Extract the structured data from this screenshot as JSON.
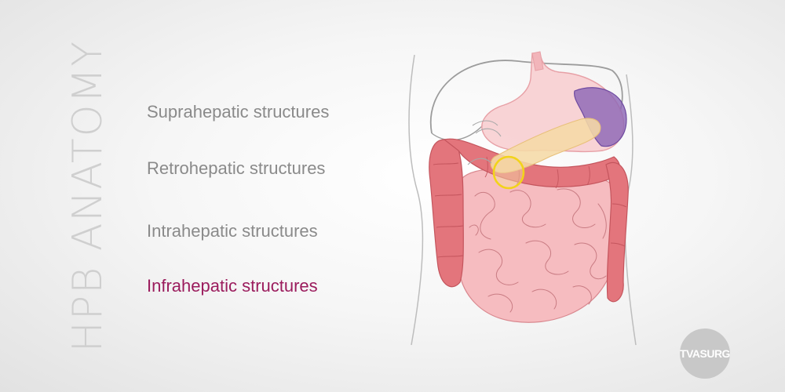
{
  "title": "HPB ANATOMY",
  "menu": {
    "items": [
      {
        "label": "Suprahepatic structures",
        "active": false
      },
      {
        "label": "Retrohepatic structures",
        "active": false
      },
      {
        "label": "Intrahepatic structures",
        "active": false
      },
      {
        "label": "Infrahepatic structures",
        "active": true
      }
    ]
  },
  "logo": {
    "text": "TVASURG"
  },
  "colors": {
    "accent": "#9b1c5d",
    "inactive_text": "#8a8a8a",
    "title_text": "#cfcfcf",
    "colon": "#e3757c",
    "small_bowel": "#f6bcc0",
    "stomach": "#f7c9cc",
    "spleen": "#8e68b6",
    "pancreas": "#f5d9a6",
    "gallbladder_outline": "#f2d31a",
    "logo_bg": "#c8c8c8"
  },
  "icons": {
    "logo": "tvasurg-logo"
  }
}
